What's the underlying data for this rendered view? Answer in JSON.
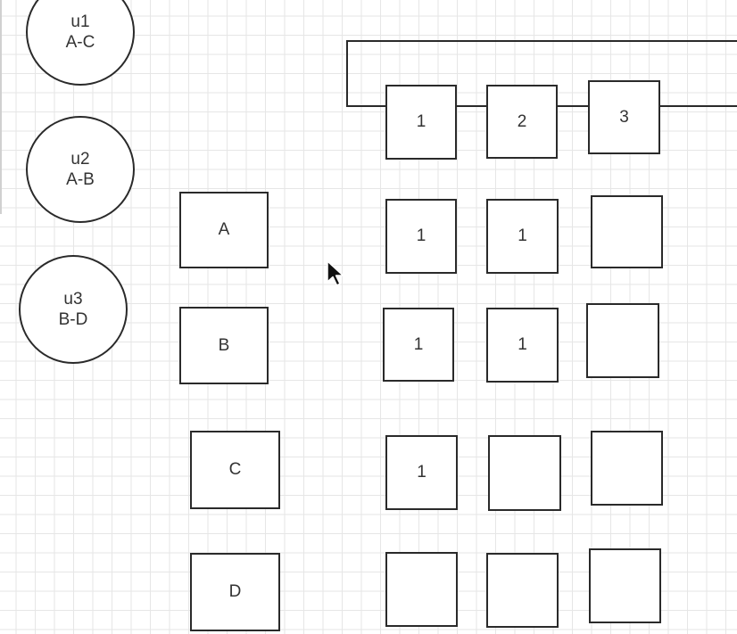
{
  "users": [
    {
      "name": "u1",
      "pair": "A-C"
    },
    {
      "name": "u2",
      "pair": "A-B"
    },
    {
      "name": "u3",
      "pair": "B-D"
    }
  ],
  "rows": [
    {
      "label": "A",
      "cells": [
        "1",
        "1",
        ""
      ]
    },
    {
      "label": "B",
      "cells": [
        "1",
        "1",
        ""
      ]
    },
    {
      "label": "C",
      "cells": [
        "1",
        "",
        ""
      ]
    },
    {
      "label": "D",
      "cells": [
        "",
        "",
        ""
      ]
    }
  ],
  "header": {
    "columns": [
      "1",
      "2",
      "3"
    ]
  },
  "colors": {
    "stroke": "#2a2a2a",
    "grid": "#e6e6e6",
    "text": "#333333",
    "background": "#ffffff"
  },
  "cursor": {
    "icon": "mouse-pointer-icon"
  }
}
